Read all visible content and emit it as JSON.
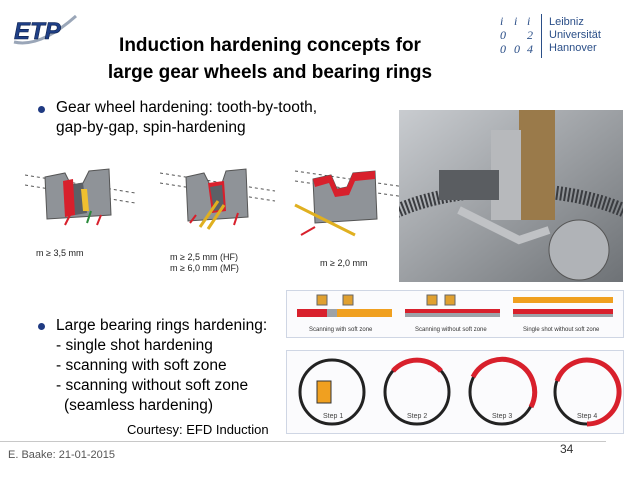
{
  "header": {
    "logo_left": "ETP",
    "title_lines": [
      "Induction hardening concepts for",
      "large gear wheels and bearing rings"
    ],
    "logo_right": {
      "name_lines": [
        "Leibniz",
        "Universität",
        "Hannover"
      ],
      "glyphs": [
        "i",
        "i",
        "i",
        "0",
        "2",
        "0",
        "0",
        "4"
      ]
    }
  },
  "gear_section": {
    "bullet_lines": [
      "Gear wheel hardening: tooth-by-tooth,",
      "gap-by-gap, spin-hardening"
    ],
    "captions": {
      "tooth": "m ≥ 3,5 mm",
      "gap_line1": "m ≥ 2,5 mm (HF)",
      "gap_line2": "m ≥ 6,0 mm (MF)",
      "spin": "m ≥ 2,0 mm"
    }
  },
  "bearing_section": {
    "bullet_lines": [
      "Large bearing rings hardening:",
      "- single shot hardening",
      "- scanning with soft zone",
      "- scanning without soft zone",
      "(seamless hardening)"
    ],
    "scan_labels": [
      "Scanning with soft zone",
      "Scanning without soft zone",
      "Single shot without soft zone"
    ],
    "step_labels": [
      "Step 1",
      "Step 2",
      "Step 3",
      "Step 4"
    ]
  },
  "courtesy": "Courtesy: EFD Induction",
  "footer": {
    "author_date": "E. Baake: 21-01-2015",
    "page_number": "34"
  },
  "colors": {
    "bullet": "#1f3a82",
    "logo_blue": "#2b4f88",
    "hardened_red": "#d8202c",
    "heat_orange": "#f0a020"
  }
}
